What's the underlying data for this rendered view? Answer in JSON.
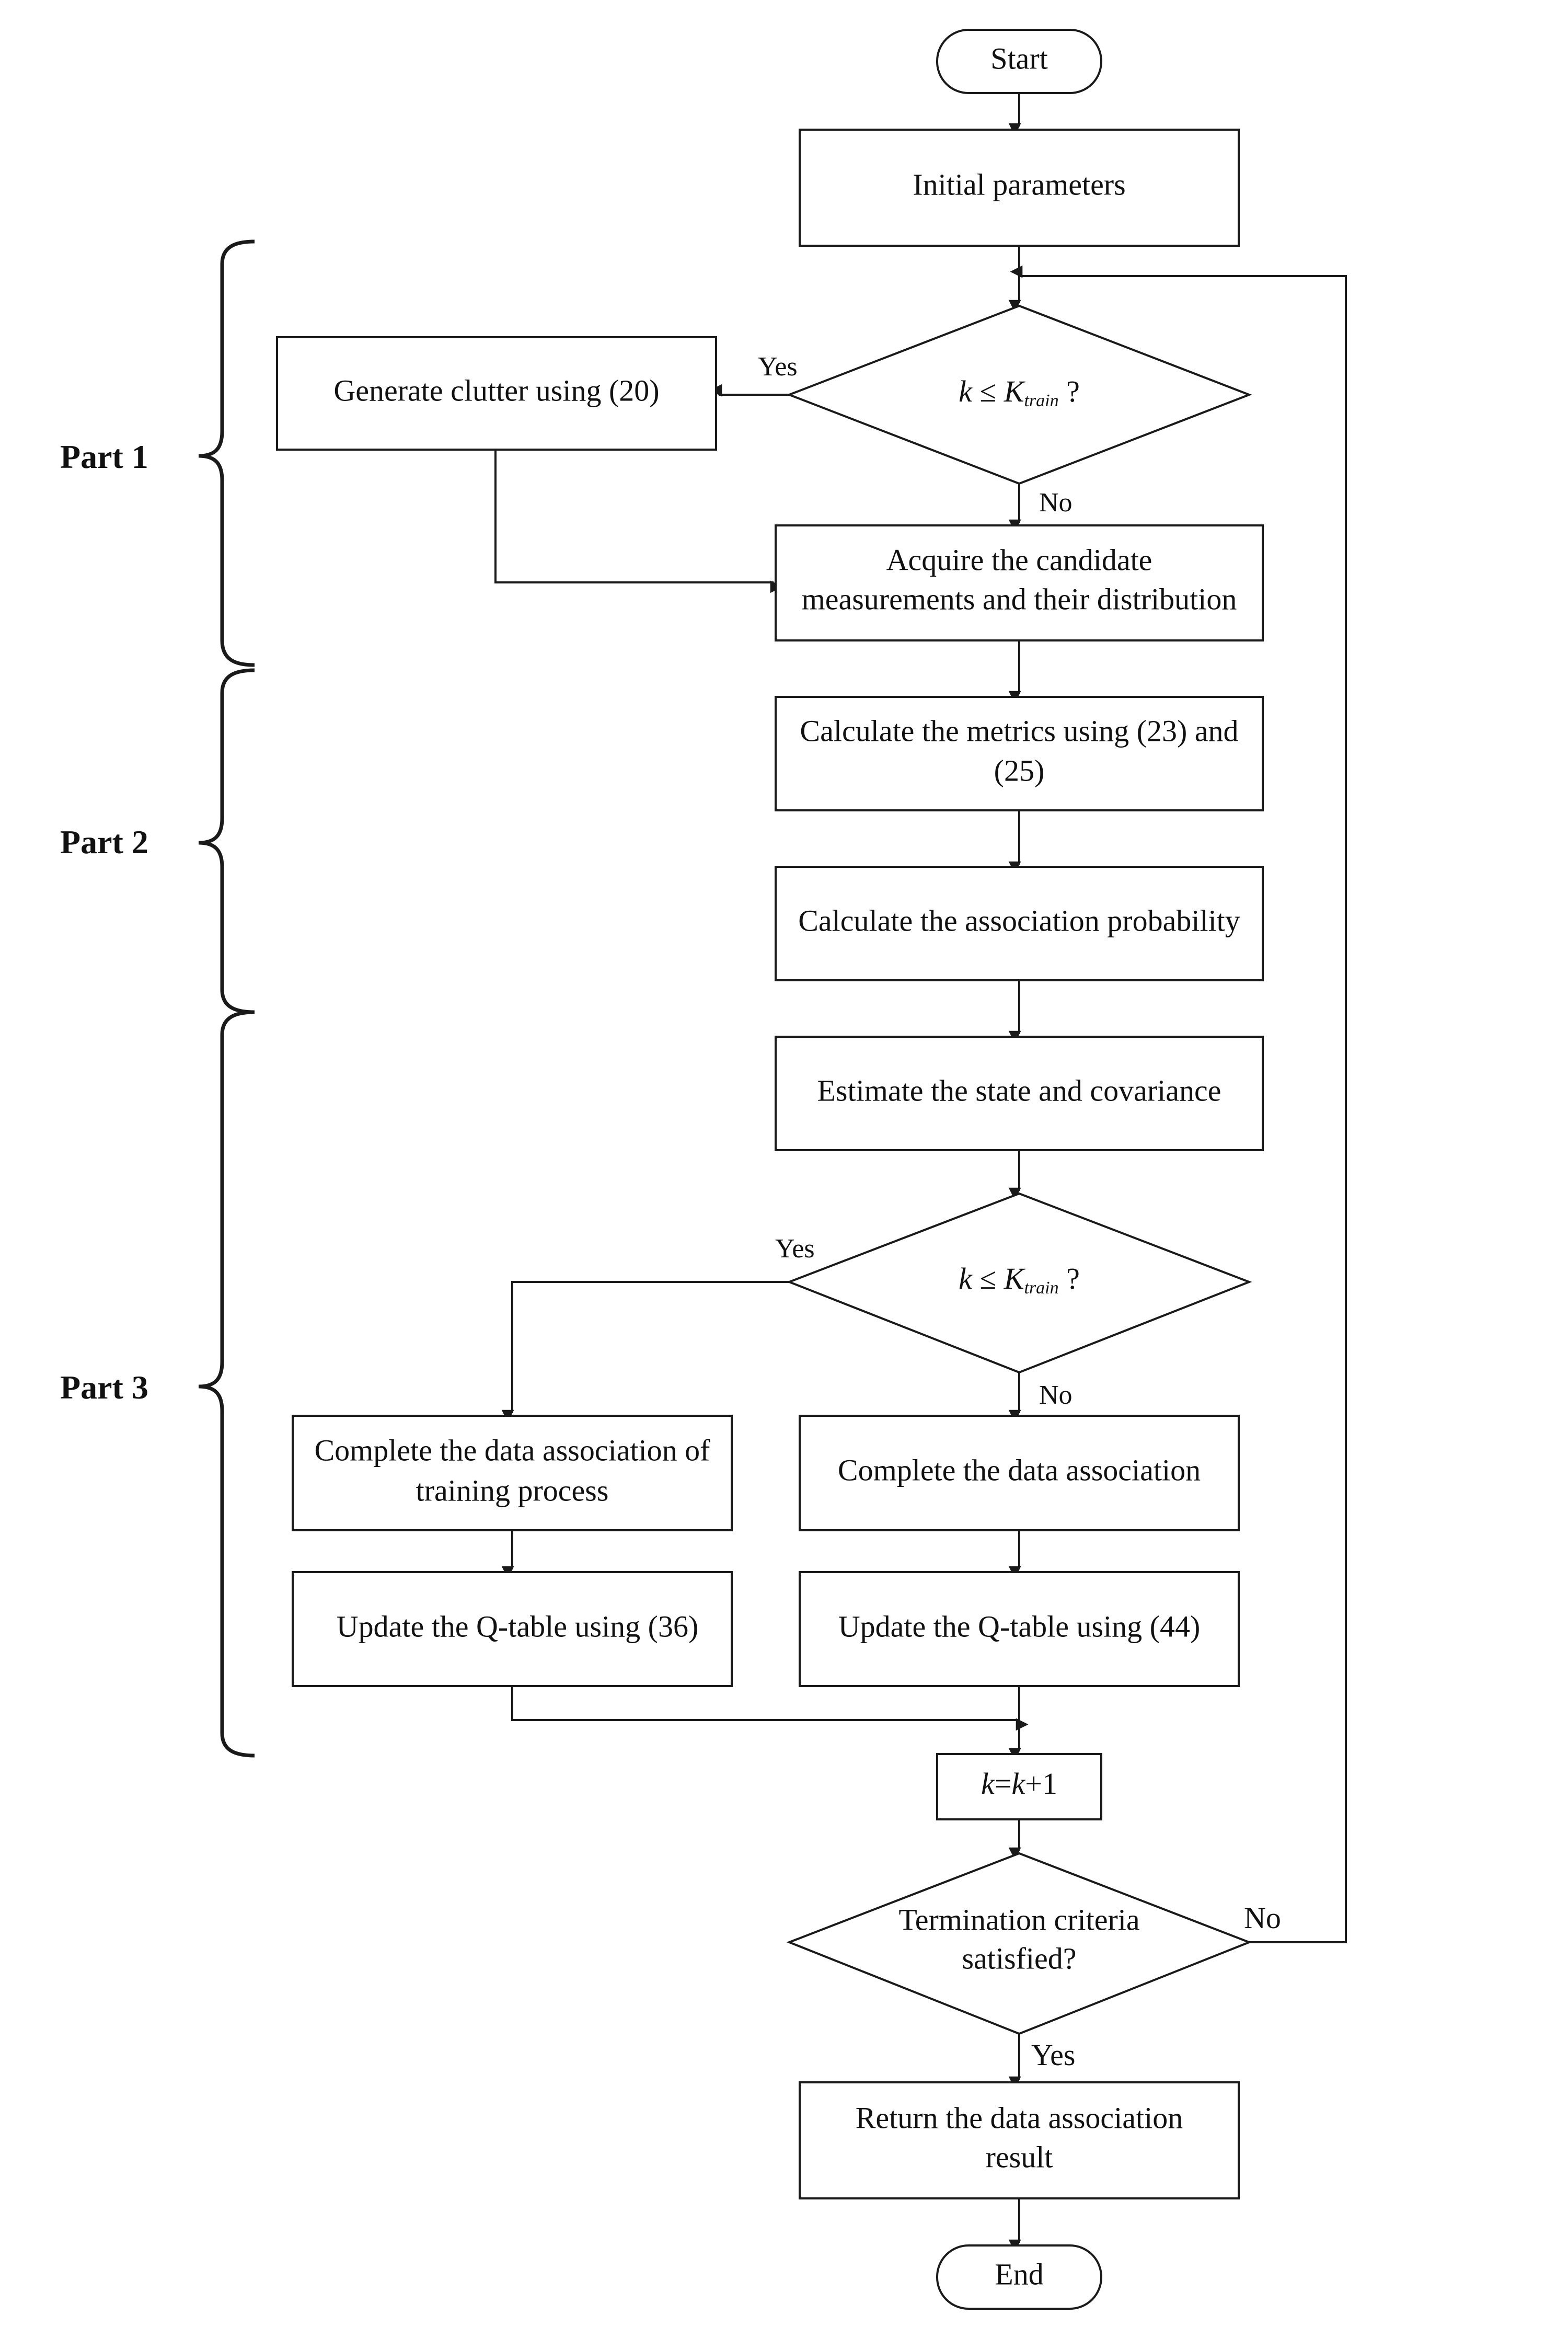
{
  "nodes": {
    "start": "Start",
    "init": "Initial parameters",
    "dec1": {
      "lhs": "k",
      "op": " ≤ ",
      "var": "K",
      "sub": "train",
      "q": " ?"
    },
    "gen": "Generate clutter using (20)",
    "acquire": [
      "Acquire the candidate",
      "measurements and their distribution"
    ],
    "metrics": [
      "Calculate the metrics using (23) and",
      "(25)"
    ],
    "assoc_prob": "Calculate the association probability",
    "estimate": "Estimate the state and covariance",
    "dec2": {
      "lhs": "k",
      "op": " ≤ ",
      "var": "K",
      "sub": "train",
      "q": " ?"
    },
    "complete_train": [
      "Complete the data association of",
      "training process"
    ],
    "complete": "Complete the data association",
    "update36": "Update the Q-table using (36)",
    "update44": "Update the Q-table using (44)",
    "inc": {
      "a": "k",
      "eq": "=",
      "b": "k",
      "c": "+1"
    },
    "term": [
      "Termination criteria",
      "satisfied?"
    ],
    "ret": [
      "Return the data association",
      "result"
    ],
    "end": "End"
  },
  "edge_labels": {
    "dec1_yes": "Yes",
    "dec1_no": "No",
    "dec2_yes": "Yes",
    "dec2_no": "No",
    "term_no": "No",
    "term_yes": "Yes"
  },
  "parts": [
    "Part 1",
    "Part 2",
    "Part 3"
  ]
}
